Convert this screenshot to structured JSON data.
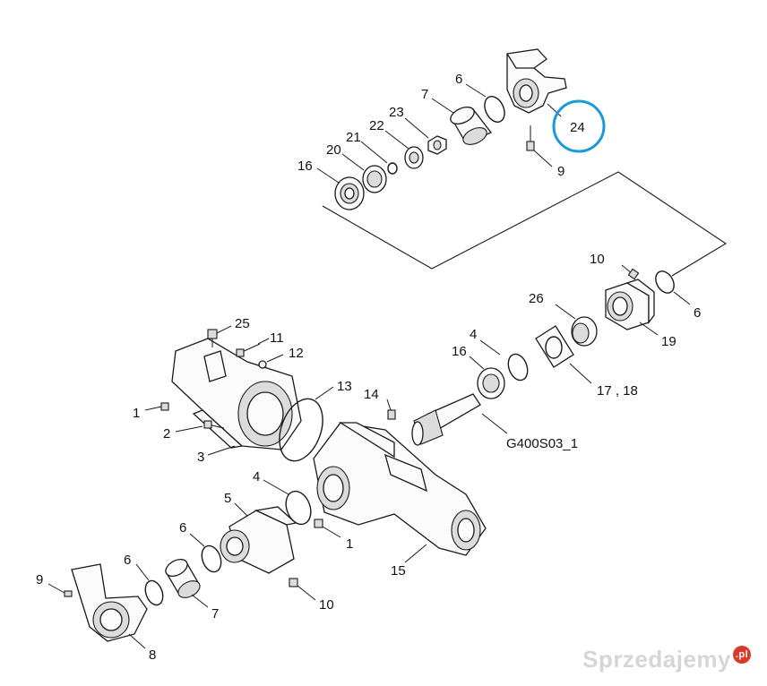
{
  "diagram": {
    "code": "G400S03_1",
    "highlight_color": "#1a9ad6",
    "watermark": {
      "text": "Sprzedajemy",
      "suffix": ".pl"
    },
    "labels": {
      "p24": "24",
      "p6a": "6",
      "p7a": "7",
      "p23": "23",
      "p22": "22",
      "p21": "21",
      "p20": "20",
      "p16a": "16",
      "p9a": "9",
      "p10a": "10",
      "p6b": "6",
      "p26": "26",
      "p19": "19",
      "p4a": "4",
      "p16b": "16",
      "p1718": "17 , 18",
      "p25": "25",
      "p11": "11",
      "p12": "12",
      "p13": "13",
      "p14": "14",
      "p1a": "1",
      "p2": "2",
      "p3": "3",
      "p4b": "4",
      "p5": "5",
      "p1b": "1",
      "p15": "15",
      "p6c": "6",
      "p6d": "6",
      "p9b": "9",
      "p7b": "7",
      "p10b": "10",
      "p8": "8"
    }
  }
}
